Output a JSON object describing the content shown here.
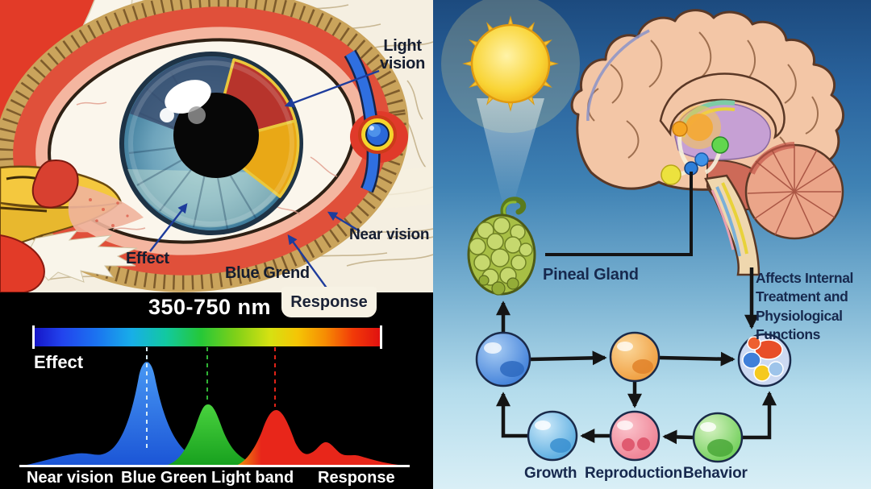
{
  "left_panel": {
    "eye_labels": {
      "light_vision": "Light vision",
      "near_vision": "Near vision",
      "blue_grend": "Blue Grend",
      "effect": "Effect",
      "response": "Response"
    },
    "illustration": "close-up chicken eye, blue iris with red and amber wedge overlays, yellow beak, red comb and wattle"
  },
  "spectrum_panel": {
    "title": "350-750 nm",
    "effect_label": "Effect",
    "axis_labels": [
      "Near vision",
      "Blue Green",
      "Light band",
      "Response"
    ]
  },
  "right_panel": {
    "pineal_label": "Pineal Gland",
    "affects_label": "Affects Internal Treatment and Physiological Functions",
    "growth_label": "Growth",
    "reproduction_label": "Reproduction",
    "behavior_label": "Behavior",
    "illustration": "sun shining on pineal gland (green berry) linked from sagittal brain; arrow cycle of cells for growth, reproduction, behavior"
  },
  "chart_data": {
    "type": "area",
    "title": "350-750 nm",
    "x_axis_range_nm": [
      350,
      750
    ],
    "categories": [
      "Near vision",
      "Blue Green",
      "Light band",
      "Response"
    ],
    "series": [
      {
        "name": "blue response",
        "peak_nm": 480,
        "relative_height": 1.0,
        "color": "#2468e0"
      },
      {
        "name": "green response",
        "peak_nm": 550,
        "relative_height": 0.55,
        "color": "#2eb832"
      },
      {
        "name": "red response",
        "peak_nm": 630,
        "relative_height": 0.52,
        "color": "#e8221a"
      }
    ],
    "gridlines": false,
    "background": "#000000",
    "spectrum_bar": "continuous visible-light gradient with dashed markers at each peak"
  },
  "colors": {
    "sky_top": "#1c4a7e",
    "sky_bottom": "#d9eff6",
    "sun": "#f7cd2a",
    "arrow": "#141414",
    "pointer_blue": "#1e3c9c",
    "label_dark": "#17294e",
    "iris_blue": "#3c7a9a",
    "wedge_red": "#b7342c",
    "wedge_amber": "#e9a816",
    "comb_red": "#e23b28",
    "beak_yellow": "#f4c83e",
    "pineal_green": "#a8bf45"
  },
  "icons": {
    "sun": "sun-icon",
    "light_beam": "light-beam",
    "brain": "brain-illustration",
    "pineal": "pineal-gland-illustration",
    "eye": "chicken-eye-illustration",
    "eye_corner_lens": "lens-target-icon"
  }
}
